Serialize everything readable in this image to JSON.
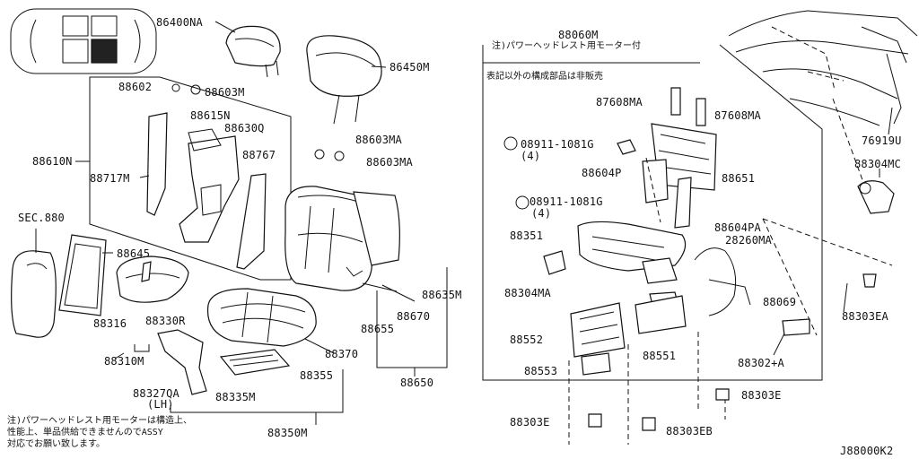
{
  "diagram_id": "J88000K2",
  "labels": {
    "p86400NA": "86400NA",
    "p86450M": "86450M",
    "p88602": "88602",
    "p88603M": "88603M",
    "p88615N": "88615N",
    "p88630Q": "88630Q",
    "p88610N": "88610N",
    "p88717M": "88717M",
    "p88767": "88767",
    "p88603MA_a": "88603MA",
    "p88603MA_b": "88603MA",
    "sec880": "SEC.880",
    "p88645": "88645",
    "p88316": "88316",
    "p88330R": "88330R",
    "p88310M": "88310M",
    "p88327QA": "88327QA",
    "lh": "(LH)",
    "p88335M": "88335M",
    "p88355": "88355",
    "p88370": "88370",
    "p88350M": "88350M",
    "p88655": "88655",
    "p88670": "88670",
    "p88635M": "88635M",
    "p88650": "88650",
    "p88060M": "88060M",
    "p87608MA_a": "87608MA",
    "p87608MA_b": "87608MA",
    "p08911_a": "08911-1081G",
    "qty_a": "(4)",
    "p88604P": "88604P",
    "p88651": "88651",
    "p08911_b": "08911-1081G",
    "qty_b": "(4)",
    "p88351": "88351",
    "p88604PA": "88604PA",
    "p28260MA": "28260MA",
    "p88304MA": "88304MA",
    "p88069": "88069",
    "p88552": "88552",
    "p88551": "88551",
    "p88553": "88553",
    "p88302A": "88302+A",
    "p88303E_a": "88303E",
    "p88303E_b": "88303E",
    "p88303EB": "88303EB",
    "p88303EA": "88303EA",
    "p76919U": "76919U",
    "p88304MC": "88304MC"
  },
  "notes": {
    "motor_note": "注)パワーヘッドレスト用モーター付",
    "not_sold": "表記以外の構成部品は非販売",
    "bottom_note": "注)パワーヘッドレスト用モーターは構造上、\n性能上、単品供給できませんのでASSY\n対応でお願い致します。"
  },
  "colors": {
    "line": "#111111",
    "paper": "#ffffff"
  }
}
